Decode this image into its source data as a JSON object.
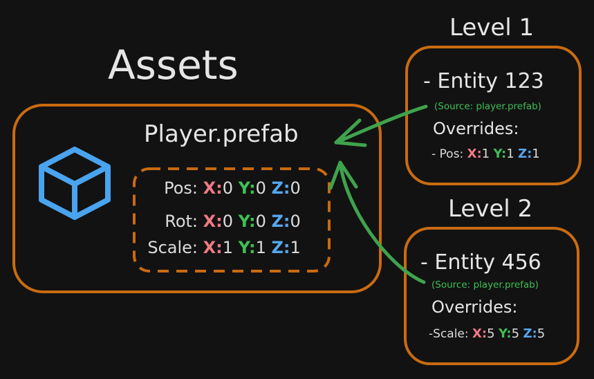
{
  "colors": {
    "background": "#121212",
    "box_border": "#c96b10",
    "arrow": "#3fa34d",
    "axis_x": "#f07a85",
    "axis_y": "#3fbf55",
    "axis_z": "#56a7ee",
    "cube": "#4aa3ef",
    "source_text": "#3fbf55"
  },
  "assets": {
    "title": "Assets",
    "prefab": {
      "icon": "cube-icon",
      "name": "Player.prefab",
      "rows": [
        {
          "label": "Pos:",
          "x": "X:",
          "xv": "0",
          "y": "Y:",
          "yv": "0",
          "z": "Z:",
          "zv": "0"
        },
        {
          "label": "Rot:",
          "x": "X:",
          "xv": "0",
          "y": "Y:",
          "yv": "0",
          "z": "Z:",
          "zv": "0"
        },
        {
          "label": "Scale:",
          "x": "X:",
          "xv": "1",
          "y": "Y:",
          "yv": "1",
          "z": "Z:",
          "zv": "1"
        }
      ]
    }
  },
  "level1": {
    "title": "Level 1",
    "entity": "- Entity 123",
    "source": "(Source: player.prefab)",
    "overrides": "Overrides:",
    "override": {
      "label": "-  Pos:",
      "x": "X:",
      "xv": "1",
      "y": "Y:",
      "yv": "1",
      "z": "Z:",
      "zv": "1"
    }
  },
  "level2": {
    "title": "Level 2",
    "entity": "- Entity 456",
    "source": "(Source: player.prefab)",
    "overrides": "Overrides:",
    "override": {
      "label": "-Scale:",
      "x": "X:",
      "xv": "5",
      "y": "Y:",
      "yv": "5",
      "z": "Z:",
      "zv": "5"
    }
  }
}
